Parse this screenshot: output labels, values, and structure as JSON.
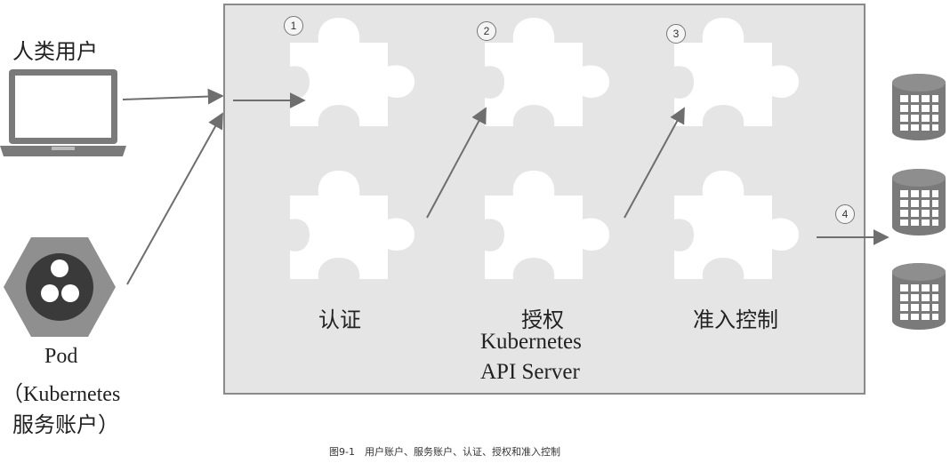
{
  "user_label": "人类用户",
  "pod_label": [
    "Pod",
    "（Kubernetes",
    "服务账户）"
  ],
  "stages": [
    {
      "number": "1",
      "label": "认证"
    },
    {
      "number": "2",
      "label": "授权"
    },
    {
      "number": "3",
      "label": "准入控制"
    }
  ],
  "step4": "4",
  "server_label": [
    "Kubernetes",
    "API Server"
  ],
  "caption": "图9-1　用户账户、服务账户、认证、授权和准入控制",
  "colors": {
    "panel": "#e5e5e5",
    "panel_border": "#8a8a8a",
    "arrow": "#6e6e6e",
    "pod_hex": "#8f8f8f",
    "pod_core": "#3a3a3a",
    "db": "#7a7a7a"
  },
  "icons": [
    "laptop-icon",
    "pod-hexagon-icon",
    "puzzle-piece-icon",
    "database-icon"
  ]
}
